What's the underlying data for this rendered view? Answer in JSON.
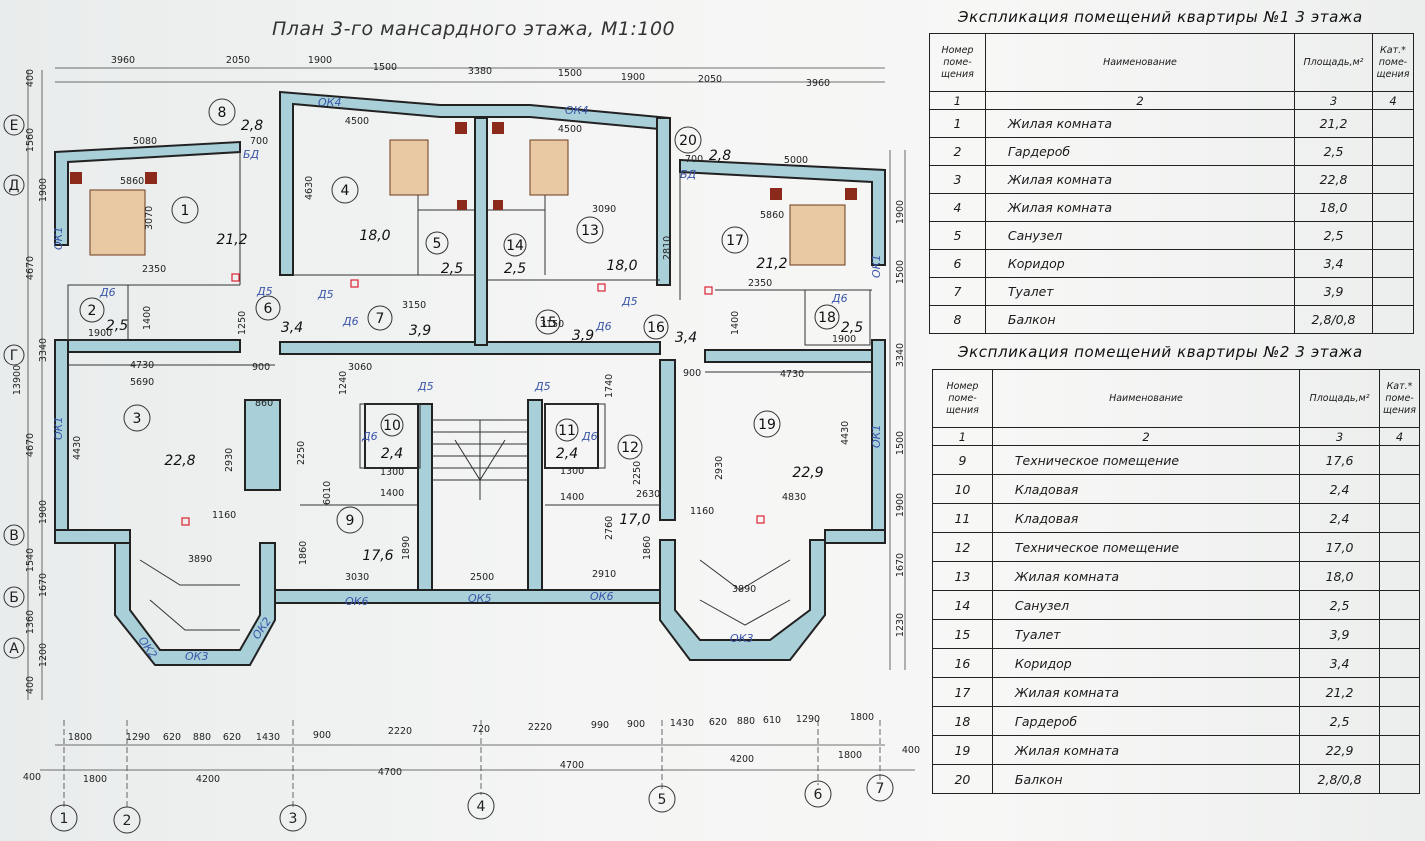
{
  "plan": {
    "title": "План 3-го мансардного этажа, М1:100",
    "axes_bottom": [
      "1",
      "2",
      "3",
      "4",
      "5",
      "6",
      "7"
    ],
    "axes_left": [
      "Е",
      "Д",
      "Г",
      "В",
      "Б",
      "А"
    ],
    "dims_top_row1": [
      "3960",
      "2050",
      "1900",
      "1500",
      "3380",
      "1500",
      "1900",
      "2050",
      "3960"
    ],
    "dims_top_row2": [
      "5080",
      "4500",
      "4500",
      "5000"
    ],
    "dims_bottom_row1": [
      "1800",
      "1290",
      "620",
      "880",
      "620",
      "1430",
      "900",
      "2220",
      "720",
      "2220",
      "990",
      "900",
      "1430",
      "620",
      "880",
      "610",
      "1290",
      "1800"
    ],
    "dims_bottom_row2": [
      "400",
      "1800",
      "4200",
      "4700",
      "4700",
      "4200",
      "1800",
      "400"
    ],
    "dims_left": [
      "400",
      "1560",
      "1900",
      "4670",
      "3340",
      "13900",
      "4670",
      "1900",
      "1540",
      "1670",
      "1360",
      "1200",
      "400"
    ],
    "dims_right": [
      "1900",
      "1500",
      "3340",
      "1500",
      "1900",
      "1670",
      "1230"
    ],
    "rooms": [
      {
        "num": "1",
        "area": "21,2"
      },
      {
        "num": "2",
        "area": "2,5"
      },
      {
        "num": "3",
        "area": "22,8"
      },
      {
        "num": "4",
        "area": "18,0"
      },
      {
        "num": "5",
        "area": "2,5"
      },
      {
        "num": "6",
        "area": "3,4"
      },
      {
        "num": "7",
        "area": "3,9"
      },
      {
        "num": "8",
        "area": "2,8"
      },
      {
        "num": "9",
        "area": "17,6"
      },
      {
        "num": "10",
        "area": "2,4"
      },
      {
        "num": "11",
        "area": "2,4"
      },
      {
        "num": "12",
        "area": "17,0"
      },
      {
        "num": "13",
        "area": "18,0"
      },
      {
        "num": "14",
        "area": "2,5"
      },
      {
        "num": "15",
        "area": "3,9"
      },
      {
        "num": "16",
        "area": "3,4"
      },
      {
        "num": "17",
        "area": "21,2"
      },
      {
        "num": "18",
        "area": "2,5"
      },
      {
        "num": "19",
        "area": "22,9"
      },
      {
        "num": "20",
        "area": "2,8"
      }
    ],
    "marks": [
      "ОК1",
      "ОК1",
      "ОК1",
      "ОК1",
      "ОК2",
      "ОК2",
      "ОК3",
      "ОК3",
      "ОК4",
      "ОК4",
      "ОК5",
      "ОК6",
      "ОК6",
      "БД",
      "БД",
      "Д5",
      "Д5",
      "Д5",
      "Д5",
      "Д5",
      "Д6",
      "Д6",
      "Д6",
      "Д6",
      "Д6",
      "Д6"
    ],
    "inner_dims": [
      "5860",
      "5860",
      "3090",
      "3060",
      "2350",
      "2350",
      "4730",
      "4730",
      "5690",
      "4830",
      "3890",
      "3890",
      "3030",
      "2910",
      "2500",
      "2630",
      "1300",
      "1300",
      "1400",
      "1400",
      "900",
      "900",
      "860",
      "1160",
      "1160",
      "3150",
      "3150",
      "2250",
      "2250",
      "2930",
      "2930",
      "2760",
      "1860",
      "1860",
      "1890",
      "6010",
      "4430",
      "4430",
      "700",
      "700",
      "1900",
      "1900",
      "1400",
      "1400",
      "1250",
      "1740",
      "1240",
      "3070",
      "4630",
      "2810"
    ]
  },
  "table1": {
    "title": "Экспликация помещений квартиры №1 3 этажа",
    "headers": [
      "Номер поме-щения",
      "Наименование",
      "Площадь,м²",
      "Кат.* поме-щения"
    ],
    "index": [
      "1",
      "2",
      "3",
      "4"
    ],
    "rows": [
      {
        "num": "1",
        "name": "Жилая комната",
        "area": "21,2"
      },
      {
        "num": "2",
        "name": "Гардероб",
        "area": "2,5"
      },
      {
        "num": "3",
        "name": "Жилая комната",
        "area": "22,8"
      },
      {
        "num": "4",
        "name": "Жилая комната",
        "area": "18,0"
      },
      {
        "num": "5",
        "name": "Санузел",
        "area": "2,5"
      },
      {
        "num": "6",
        "name": "Коридор",
        "area": "3,4"
      },
      {
        "num": "7",
        "name": "Туалет",
        "area": "3,9"
      },
      {
        "num": "8",
        "name": "Балкон",
        "area": "2,8/0,8"
      }
    ]
  },
  "table2": {
    "title": "Экспликация помещений квартиры №2 3 этажа",
    "headers": [
      "Номер поме-щения",
      "Наименование",
      "Площадь,м²",
      "Кат.* поме-щения"
    ],
    "index": [
      "1",
      "2",
      "3",
      "4"
    ],
    "rows": [
      {
        "num": "9",
        "name": "Техническое помещение",
        "area": "17,6"
      },
      {
        "num": "10",
        "name": "Кладовая",
        "area": "2,4"
      },
      {
        "num": "11",
        "name": "Кладовая",
        "area": "2,4"
      },
      {
        "num": "12",
        "name": "Техническое помещение",
        "area": "17,0"
      },
      {
        "num": "13",
        "name": "Жилая комната",
        "area": "18,0"
      },
      {
        "num": "14",
        "name": "Санузел",
        "area": "2,5"
      },
      {
        "num": "15",
        "name": "Туалет",
        "area": "3,9"
      },
      {
        "num": "16",
        "name": "Коридор",
        "area": "3,4"
      },
      {
        "num": "17",
        "name": "Жилая комната",
        "area": "21,2"
      },
      {
        "num": "18",
        "name": "Гардероб",
        "area": "2,5"
      },
      {
        "num": "19",
        "name": "Жилая комната",
        "area": "22,9"
      },
      {
        "num": "20",
        "name": "Балкон",
        "area": "2,8/0,8"
      }
    ]
  }
}
